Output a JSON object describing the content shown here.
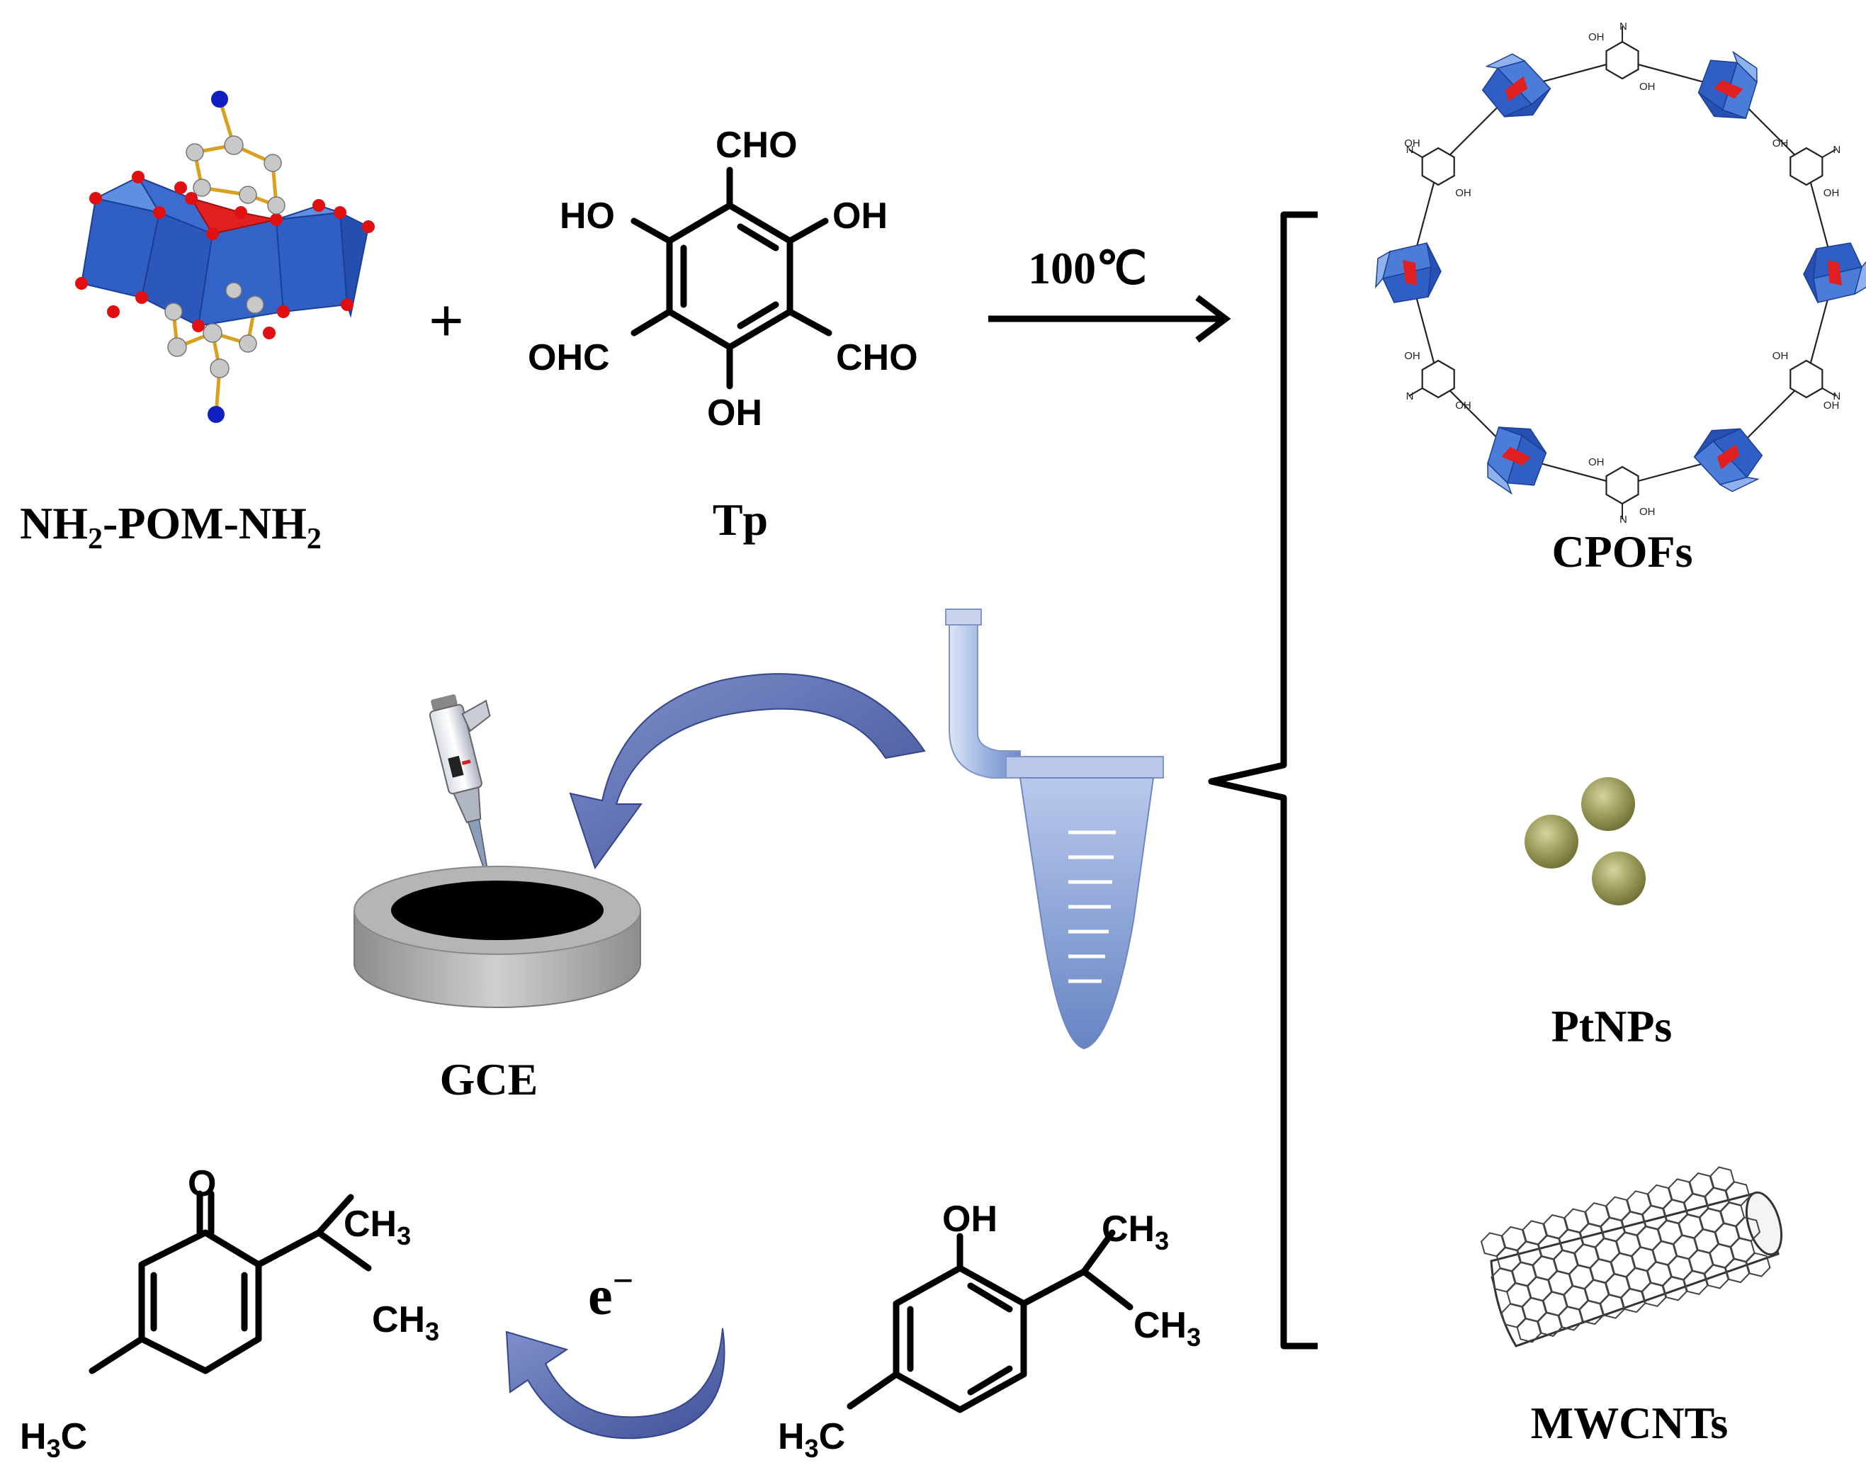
{
  "labels": {
    "pom": "NH",
    "pom_sub1": "2",
    "pom_mid": "-POM-NH",
    "pom_sub2": "2",
    "plus": "+",
    "tp": "Tp",
    "condition": "100℃",
    "cpofs": "CPOFs",
    "ptnps": "PtNPs",
    "mwcnts": "MWCNTs",
    "gce": "GCE",
    "electron": "e",
    "electron_sup": "−"
  },
  "tp_molecule": {
    "cho_top": "CHO",
    "ho_left": "HO",
    "oh_right": "OH",
    "ohc_left": "OHC",
    "cho_right": "CHO",
    "oh_bottom": "OH"
  },
  "product_molecule": {
    "o": "O",
    "ch3_a": "CH",
    "ch3_a_sub": "3",
    "ch3_b": "CH",
    "ch3_b_sub": "3",
    "h3c": "H",
    "h3c_sub": "3",
    "h3c_c": "C"
  },
  "thymol_molecule": {
    "oh": "OH",
    "ch3_a": "CH",
    "ch3_a_sub": "3",
    "ch3_b": "CH",
    "ch3_b_sub": "3",
    "h3c": "H",
    "h3c_sub": "3",
    "h3c_c": "C"
  },
  "cpof_ring_labels": {
    "oh": "OH",
    "n": "N"
  },
  "colors": {
    "polyhedra": "#2f5ec4",
    "polyhedra_light": "#5f8fe0",
    "oxygen": "#e01010",
    "nitrogen": "#1020c0",
    "carbon": "#c8c8c8",
    "bond_gold": "#d9a020",
    "arrow_blue": "#5b6fb2",
    "tube_blue": "#8aa3d8",
    "nanoparticle": "#8c8c4a",
    "gce_gray": "#a9a9a9",
    "gce_black": "#000000"
  }
}
